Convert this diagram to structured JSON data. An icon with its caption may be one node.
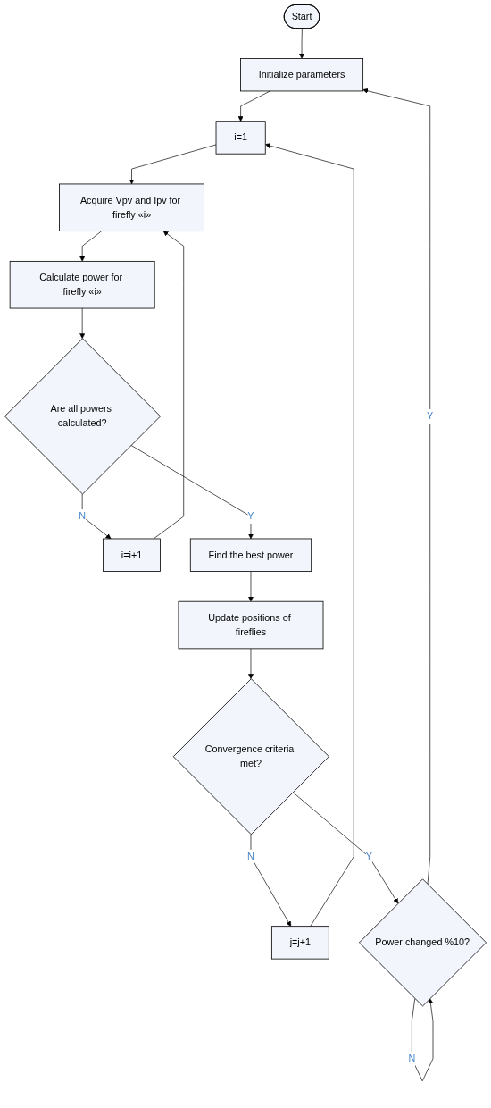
{
  "diagram": {
    "nodes": [
      {
        "text": [
          "Start"
        ]
      },
      {
        "text": [
          "Initialize parameters"
        ]
      },
      {
        "text": [
          "i=1"
        ]
      },
      {
        "text": [
          "Acquire Vpv and Ipv for firefly «i»"
        ]
      },
      {
        "text": [
          "Calculate power for firefly «i»"
        ]
      },
      {
        "text": [
          "Are all powers calculated?"
        ]
      },
      {
        "text": [
          "i=i+1"
        ]
      },
      {
        "text": [
          "Find the best power"
        ]
      },
      {
        "text": [
          "Update positions of fireflies"
        ]
      },
      {
        "text": [
          "Convergence criteria met?"
        ]
      },
      {
        "text": [
          "j=j+1"
        ]
      },
      {
        "text": [
          "Power changed %10?"
        ]
      }
    ],
    "edges": [
      {
        "from": 0,
        "to": 1,
        "arrow": "to"
      },
      {
        "from": 1,
        "to": 2,
        "arrow": "to"
      },
      {
        "from": 2,
        "to": 3,
        "arrow": "to"
      },
      {
        "from": 3,
        "to": 4,
        "arrow": "to"
      },
      {
        "from": 4,
        "to": 5,
        "arrow": "to"
      },
      {
        "from": 5,
        "to": 6,
        "arrow": "to",
        "label": "N"
      },
      {
        "from": 6,
        "to": 3,
        "arrow": "to"
      },
      {
        "from": 5,
        "to": 7,
        "arrow": "to",
        "label": "Y"
      },
      {
        "from": 7,
        "to": 8,
        "arrow": "to"
      },
      {
        "from": 8,
        "to": 9,
        "arrow": "to"
      },
      {
        "from": 9,
        "to": 10,
        "arrow": "to",
        "label": "N"
      },
      {
        "from": 10,
        "to": 2,
        "arrow": "to"
      },
      {
        "from": 9,
        "to": 11,
        "arrow": "to",
        "label": "Y"
      },
      {
        "from": 11,
        "to": 11,
        "arrow": "to",
        "label": "N"
      },
      {
        "from": 11,
        "to": 1,
        "arrow": "to",
        "label": "Y"
      }
    ]
  }
}
